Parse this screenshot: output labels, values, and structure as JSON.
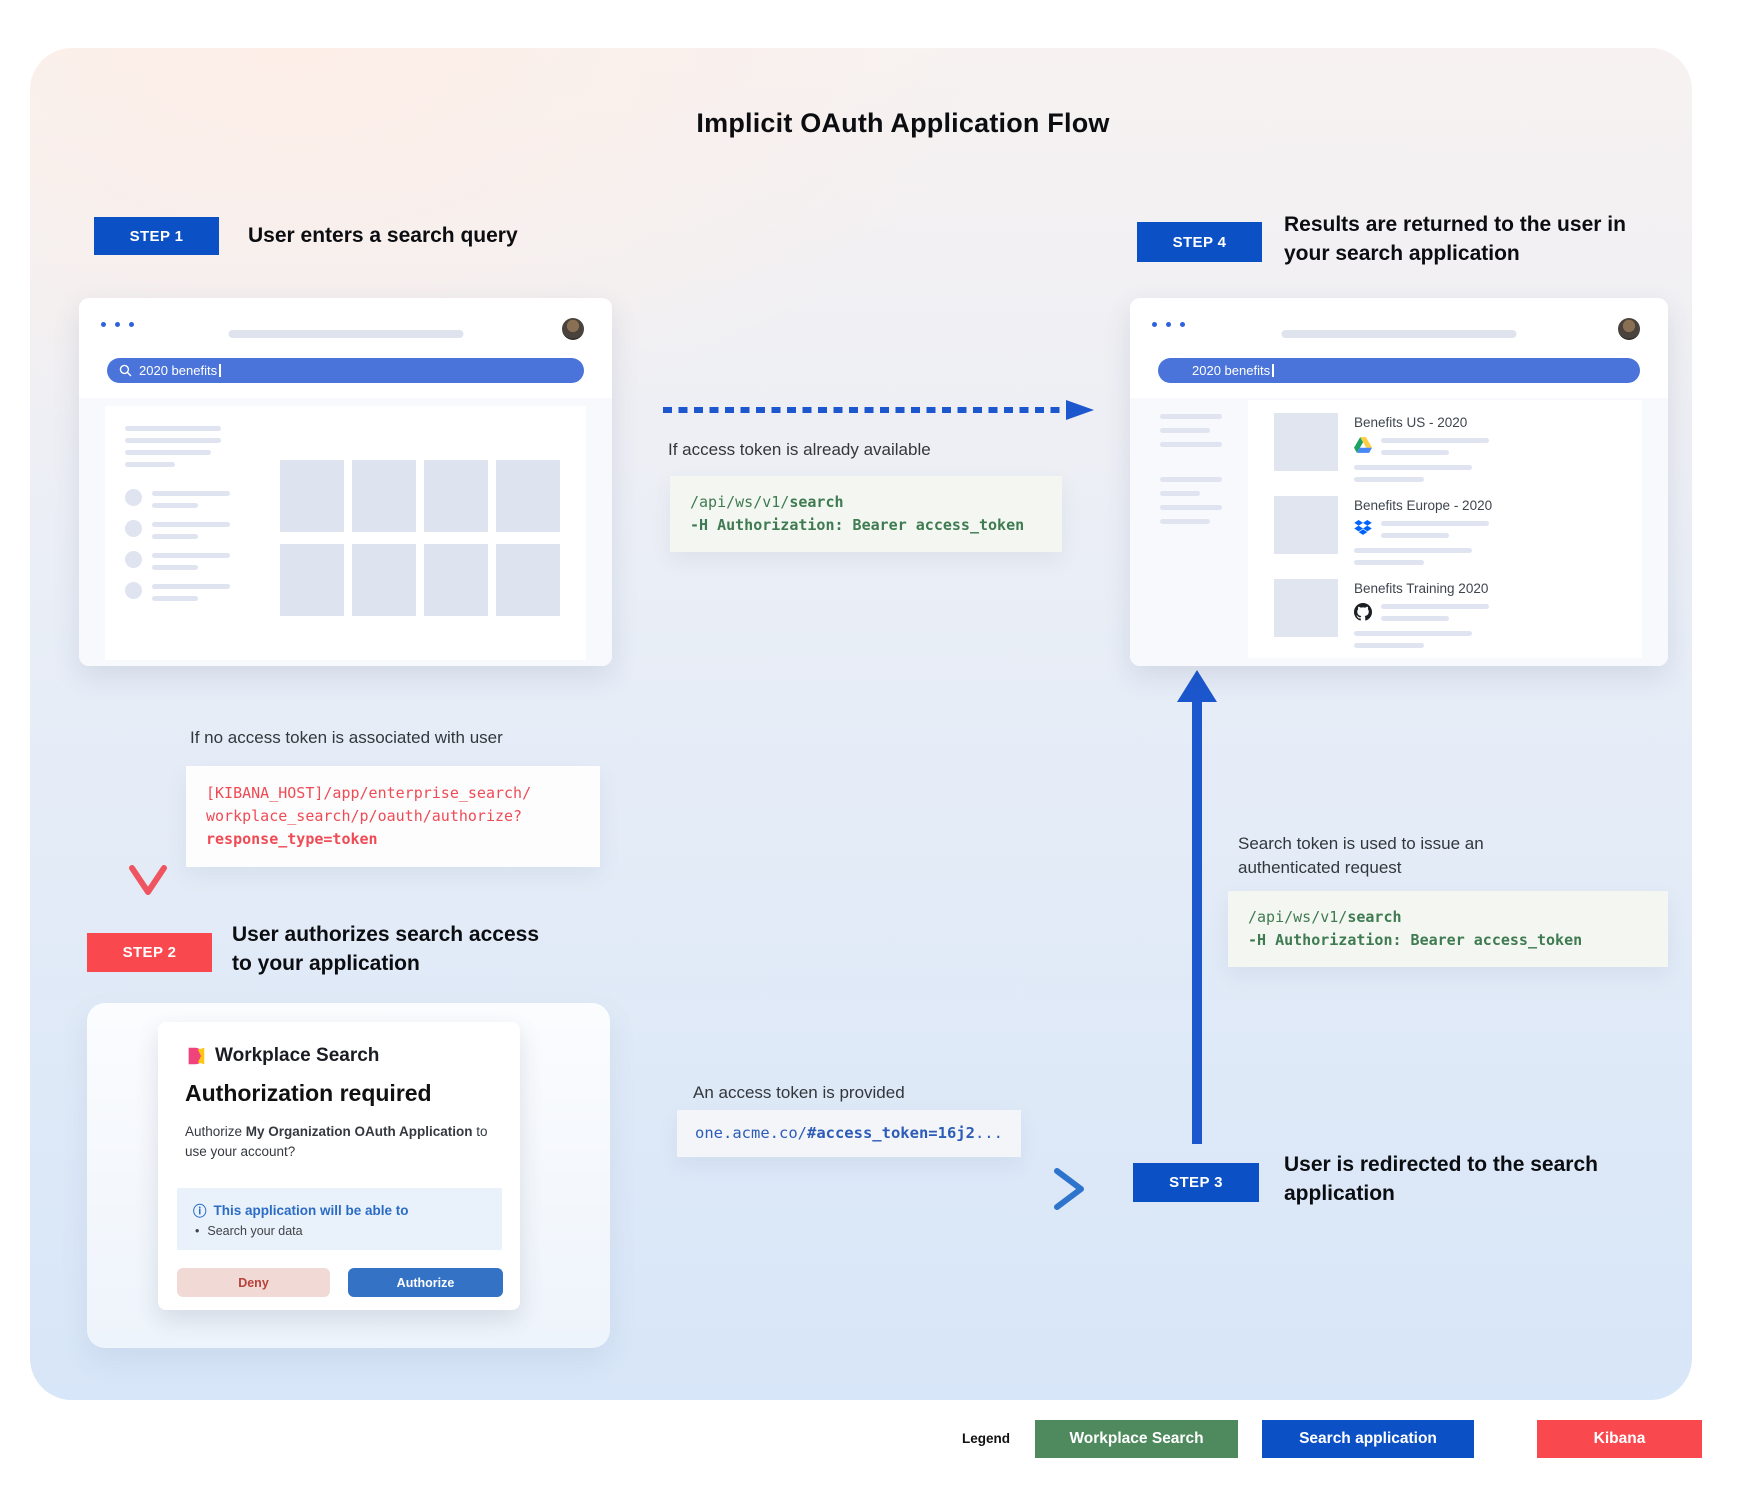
{
  "title": "Implicit OAuth Application Flow",
  "colors": {
    "step_blue": "#0c50c6",
    "kibana_red": "#f9494f",
    "workplace_green": "#4f8a5e",
    "search_bar_blue": "#4b74da",
    "code_green": "#3e7b51",
    "code_red": "#ef4b55",
    "code_blue": "#2d5cb8",
    "arrow_blue": "#1c57ce",
    "arrow_red": "#ef5560"
  },
  "step1": {
    "badge": "STEP 1",
    "title": "User enters a search query"
  },
  "step2": {
    "badge": "STEP 2",
    "title_line1": "User authorizes search access",
    "title_line2": "to your application"
  },
  "step3": {
    "badge": "STEP 3",
    "title_line1": "User is redirected to the search",
    "title_line2": "application"
  },
  "step4": {
    "badge": "STEP 4",
    "title_line1": "Results are returned to the user in",
    "title_line2": "your search application"
  },
  "browser_step1": {
    "search_query": "2020 benefits"
  },
  "browser_step4": {
    "search_query": "2020 benefits",
    "results": [
      {
        "title": "Benefits US - 2020",
        "source": "google-drive"
      },
      {
        "title": "Benefits Europe - 2020",
        "source": "dropbox"
      },
      {
        "title": "Benefits Training 2020",
        "source": "github"
      }
    ]
  },
  "annotations": {
    "token_available": "If access token is already available",
    "no_token": "If no access token is associated with user",
    "token_provided": "An access token is provided",
    "token_used_line1": "Search token is used to issue an",
    "token_used_line2": "authenticated request"
  },
  "code": {
    "api_search": {
      "path": "/api/ws/v1/",
      "endpoint": "search",
      "header": "-H Authorization: Bearer access_token"
    },
    "kibana_authorize": {
      "line1": "[KIBANA_HOST]/app/enterprise_search/",
      "line2": "workplace_search/p/oauth/authorize?",
      "line3": "response_type=token"
    },
    "redirect_url": {
      "host": "one.acme.co/",
      "fragment": "#access_token=16j2",
      "ellipsis": "..."
    }
  },
  "dialog": {
    "brand": "Workplace Search",
    "heading": "Authorization required",
    "body_prefix": "Authorize ",
    "body_app_name": "My Organization OAuth Application",
    "body_suffix": " to use your account?",
    "info_icon": "ⓘ",
    "info_title": "This application will be able to",
    "permission_bullet": "•",
    "permission": "Search your data",
    "deny_label": "Deny",
    "authorize_label": "Authorize"
  },
  "legend": {
    "label": "Legend",
    "items": [
      {
        "label": "Workplace Search"
      },
      {
        "label": "Search application"
      },
      {
        "label": "Kibana"
      }
    ]
  }
}
